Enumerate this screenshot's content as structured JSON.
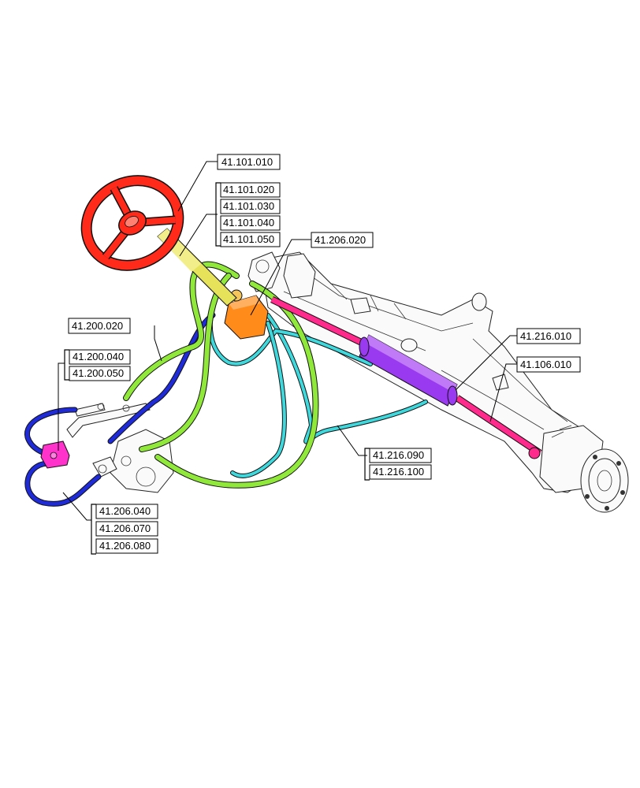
{
  "labels": {
    "steering_wheel": "41.101.010",
    "column_020": "41.101.020",
    "column_030": "41.101.030",
    "column_040": "41.101.040",
    "column_050": "41.101.050",
    "steering_unit": "41.206.020",
    "hose_green": "41.200.020",
    "valve_040": "41.200.040",
    "valve_050": "41.200.050",
    "cylinder": "41.216.010",
    "tie_rod": "41.106.010",
    "hose_cyan_090": "41.216.090",
    "hose_cyan_100": "41.216.100",
    "hose_blue_040": "41.206.040",
    "hose_blue_070": "41.206.070",
    "hose_blue_080": "41.206.080"
  },
  "colors": {
    "wheel": "#ff2a1a",
    "column": "#e6e35a",
    "unit": "#ff8c1a",
    "hose_green": "#8fe83a",
    "hose_blue": "#1f2bd6",
    "hose_cyan": "#3fd8dc",
    "cylinder": "#9a3af0",
    "rod": "#ff2a8c",
    "valve": "#ff33cc"
  }
}
